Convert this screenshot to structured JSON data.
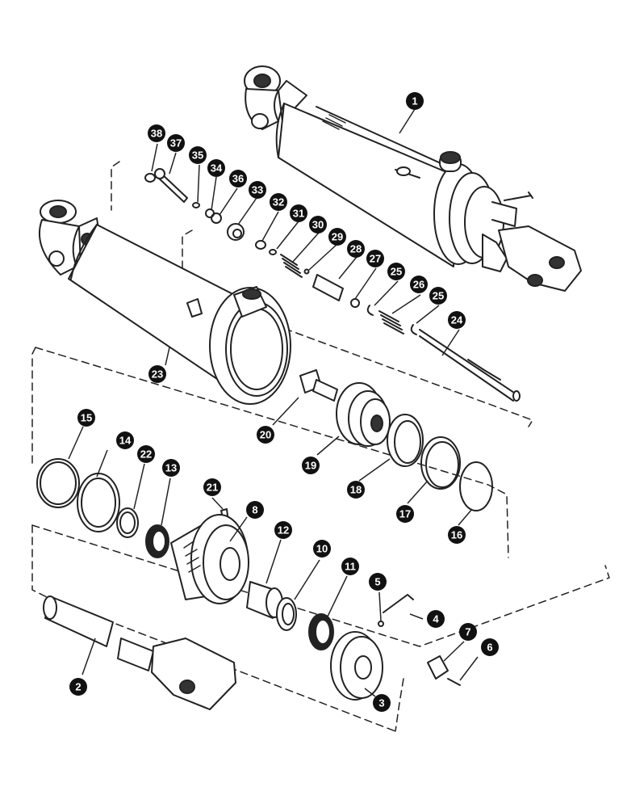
{
  "diagram": {
    "callout_colors": {
      "fill": "#111111",
      "text": "#ffffff"
    },
    "line_color": "#222222",
    "callouts": [
      {
        "id": "c1",
        "label": "1"
      },
      {
        "id": "c2",
        "label": "2"
      },
      {
        "id": "c3",
        "label": "3"
      },
      {
        "id": "c4",
        "label": "4"
      },
      {
        "id": "c5",
        "label": "5"
      },
      {
        "id": "c6",
        "label": "6"
      },
      {
        "id": "c7",
        "label": "7"
      },
      {
        "id": "c8",
        "label": "8"
      },
      {
        "id": "c10",
        "label": "10"
      },
      {
        "id": "c11",
        "label": "11"
      },
      {
        "id": "c12",
        "label": "12"
      },
      {
        "id": "c13",
        "label": "13"
      },
      {
        "id": "c14",
        "label": "14"
      },
      {
        "id": "c15",
        "label": "15"
      },
      {
        "id": "c16",
        "label": "16"
      },
      {
        "id": "c17",
        "label": "17"
      },
      {
        "id": "c18",
        "label": "18"
      },
      {
        "id": "c19",
        "label": "19"
      },
      {
        "id": "c20",
        "label": "20"
      },
      {
        "id": "c21",
        "label": "21"
      },
      {
        "id": "c22",
        "label": "22"
      },
      {
        "id": "c23",
        "label": "23"
      },
      {
        "id": "c24",
        "label": "24"
      },
      {
        "id": "c25a",
        "label": "25"
      },
      {
        "id": "c25b",
        "label": "25"
      },
      {
        "id": "c26",
        "label": "26"
      },
      {
        "id": "c27",
        "label": "27"
      },
      {
        "id": "c28",
        "label": "28"
      },
      {
        "id": "c29",
        "label": "29"
      },
      {
        "id": "c30",
        "label": "30"
      },
      {
        "id": "c31",
        "label": "31"
      },
      {
        "id": "c32",
        "label": "32"
      },
      {
        "id": "c33",
        "label": "33"
      },
      {
        "id": "c34",
        "label": "34"
      },
      {
        "id": "c35",
        "label": "35"
      },
      {
        "id": "c36",
        "label": "36"
      },
      {
        "id": "c37",
        "label": "37"
      },
      {
        "id": "c38",
        "label": "38"
      }
    ]
  }
}
